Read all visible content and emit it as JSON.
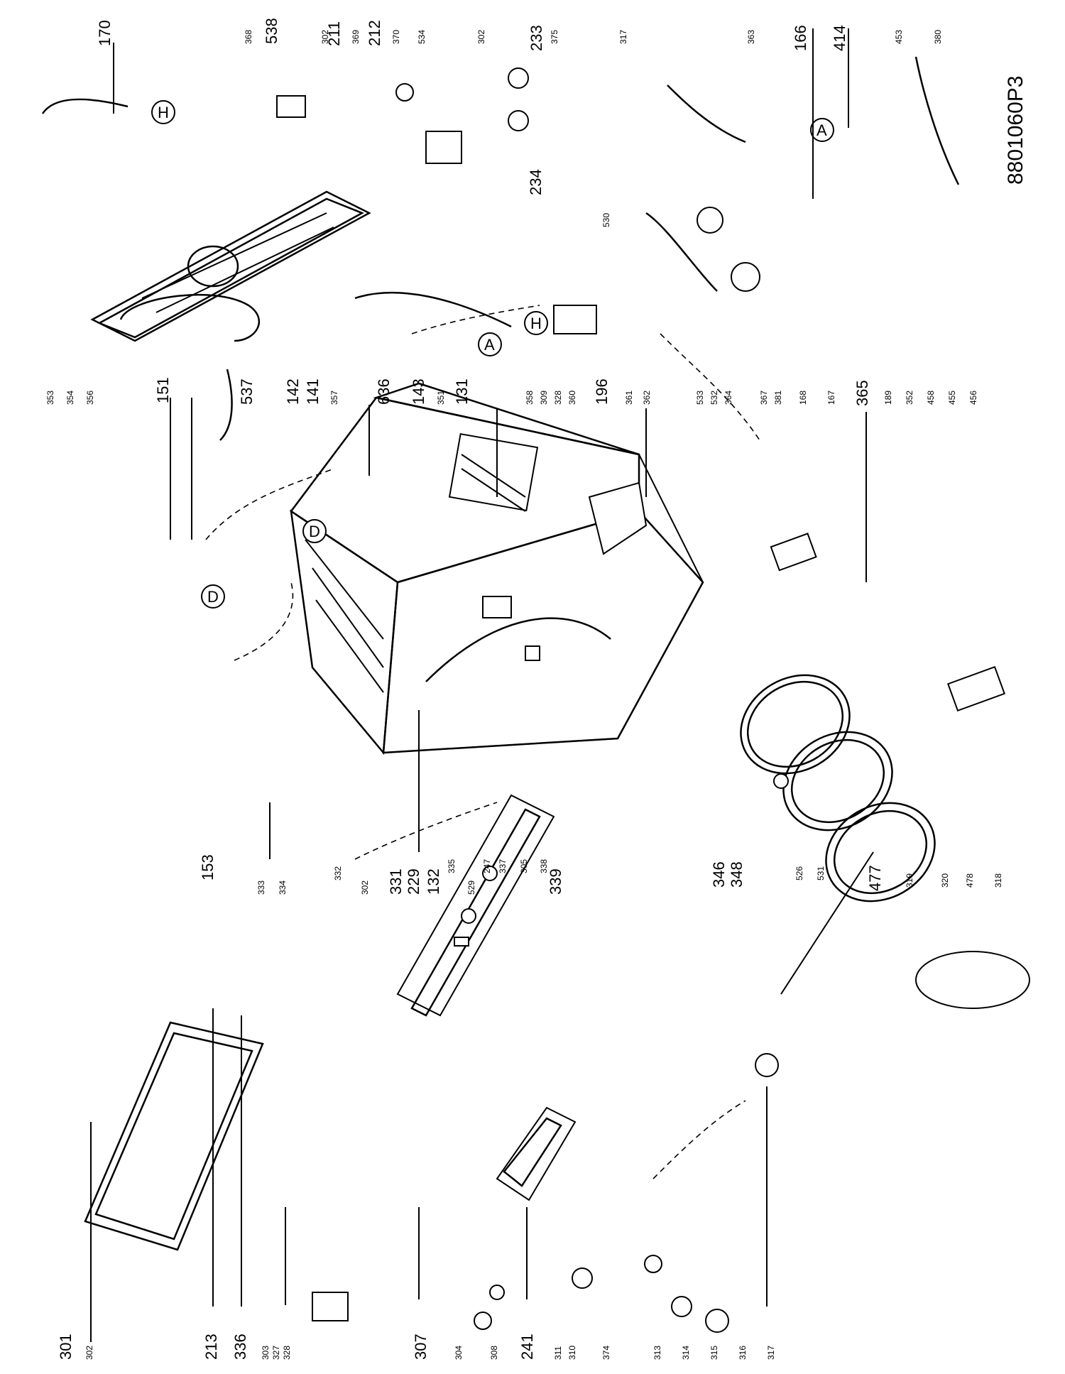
{
  "drawing_id": "8801060P3",
  "markers": [
    "H",
    "H",
    "A",
    "A",
    "D",
    "D"
  ],
  "labels": {
    "l301": "301",
    "l302a": "302",
    "l213": "213",
    "l336": "336",
    "l303": "303",
    "l327": "327",
    "l328": "328",
    "l307": "307",
    "l304": "304",
    "l308": "308",
    "l241": "241",
    "l311": "311",
    "l310": "310",
    "l374": "374",
    "l313": "313",
    "l314": "314",
    "l315": "315",
    "l316": "316",
    "l317a": "317",
    "l333": "333",
    "l334": "334",
    "l302b": "302",
    "l331": "331",
    "l229": "229",
    "l132": "132",
    "l529": "529",
    "l339": "339",
    "l338": "338",
    "l305": "305",
    "l337": "337",
    "l247": "247",
    "l335": "335",
    "l332": "332",
    "l153": "153",
    "l346": "346",
    "l348": "348",
    "l526": "526",
    "l531": "531",
    "l319": "319",
    "l320": "320",
    "l478": "478",
    "l318": "318",
    "l477": "477",
    "l170": "170",
    "l368": "368",
    "l538": "538",
    "l302c": "302",
    "l211": "211",
    "l369": "369",
    "l212": "212",
    "l370": "370",
    "l534": "534",
    "l302d": "302",
    "l233": "233",
    "l375": "375",
    "l317b": "317",
    "l234": "234",
    "l363": "363",
    "l166": "166",
    "l414": "414",
    "l453": "453",
    "l380": "380",
    "l353": "353",
    "l354": "354",
    "l356": "356",
    "l151": "151",
    "l537": "537",
    "l142": "142",
    "l141": "141",
    "l357": "357",
    "l636": "636",
    "l143": "143",
    "l351": "351",
    "l131": "131",
    "l358": "358",
    "l309": "309",
    "l328b": "328",
    "l360": "360",
    "l196": "196",
    "l361": "361",
    "l362": "362",
    "l530": "530",
    "l533": "533",
    "l532": "532",
    "l364": "364",
    "l367": "367",
    "l381": "381",
    "l168": "168",
    "l167": "167",
    "l365": "365",
    "l189": "189",
    "l352": "352",
    "l458": "458",
    "l455": "455",
    "l456": "456"
  }
}
